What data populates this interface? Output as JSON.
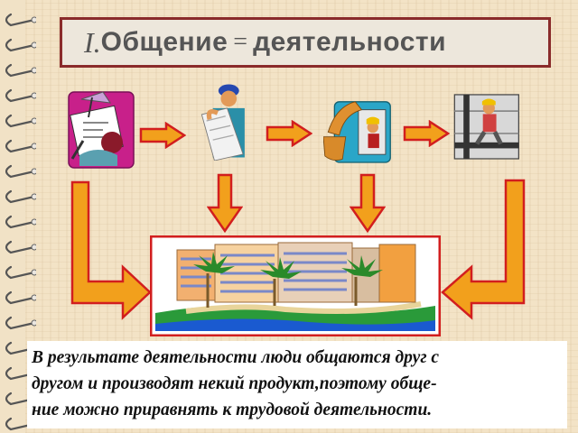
{
  "slide": {
    "title_number": "I.",
    "title_word1": "Общение",
    "title_eq": "=",
    "title_word2": "деятельности",
    "body_lines": [
      "В результате деятельности люди общаются друг с",
      "другом и производят некий продукт,поэтому обще-",
      "ние можно приравнять к трудовой деятельности."
    ]
  },
  "icons": {
    "design": "drafting-lamp-icon",
    "engineer": "engineer-with-plans-icon",
    "excavator": "excavator-worker-icon",
    "builder": "construction-worker-scaffold-icon",
    "result": "finished-building-palms-icon"
  },
  "colors": {
    "arrow_fill": "#f2a01c",
    "arrow_stroke": "#d21e1e",
    "title_border": "#8a2b2b",
    "paper": "#f3e3c6"
  }
}
